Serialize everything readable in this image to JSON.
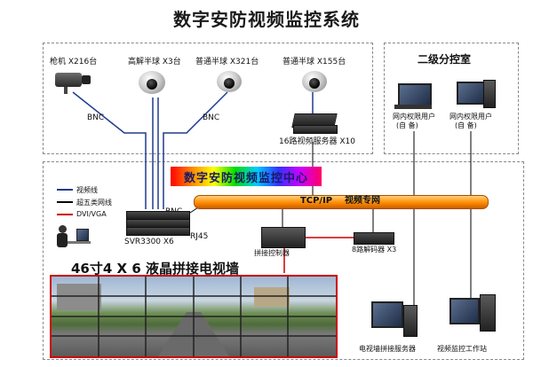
{
  "title": "数字安防视频监控系统",
  "cameras": [
    {
      "label": "枪机 X216台"
    },
    {
      "label": "高解半球 X3台"
    },
    {
      "label": "普通半球 X321台"
    },
    {
      "label": "普通半球 X155台"
    }
  ],
  "bnc_labels": [
    "BNC",
    "BNC",
    "BNC"
  ],
  "video_server_label": "16路视频服务器 X10",
  "branch_room_title": "二级分控室",
  "branch_users": [
    {
      "label": "网内权限用户",
      "sub": "(自  备)"
    },
    {
      "label": "网内权限用户",
      "sub": "(自  备)"
    }
  ],
  "center_banner": "数字安防视频监控中心",
  "network_label": "TCP/IP    视频专网",
  "legend": [
    {
      "label": "视频线",
      "color": "#1f3b8c"
    },
    {
      "label": "超五类网线",
      "color": "#000000"
    },
    {
      "label": "DVI/VGA",
      "color": "#cc0000"
    }
  ],
  "svr_label": "SVR3300 X6",
  "rj45_label": "RJ45",
  "splice_controller_label": "拼接控制器",
  "decoder_label": "8路解码器  X3",
  "video_wall_title": "46寸4 X 6 液晶拼接电视墙",
  "wall_server_label": "电视墙拼接服务器",
  "workstation_label": "视频监控工作站",
  "colors": {
    "pipe": "#ff8a00",
    "dvi": "#cc0000",
    "video": "#1f3b8c",
    "wall_frame": "#cc0000"
  }
}
